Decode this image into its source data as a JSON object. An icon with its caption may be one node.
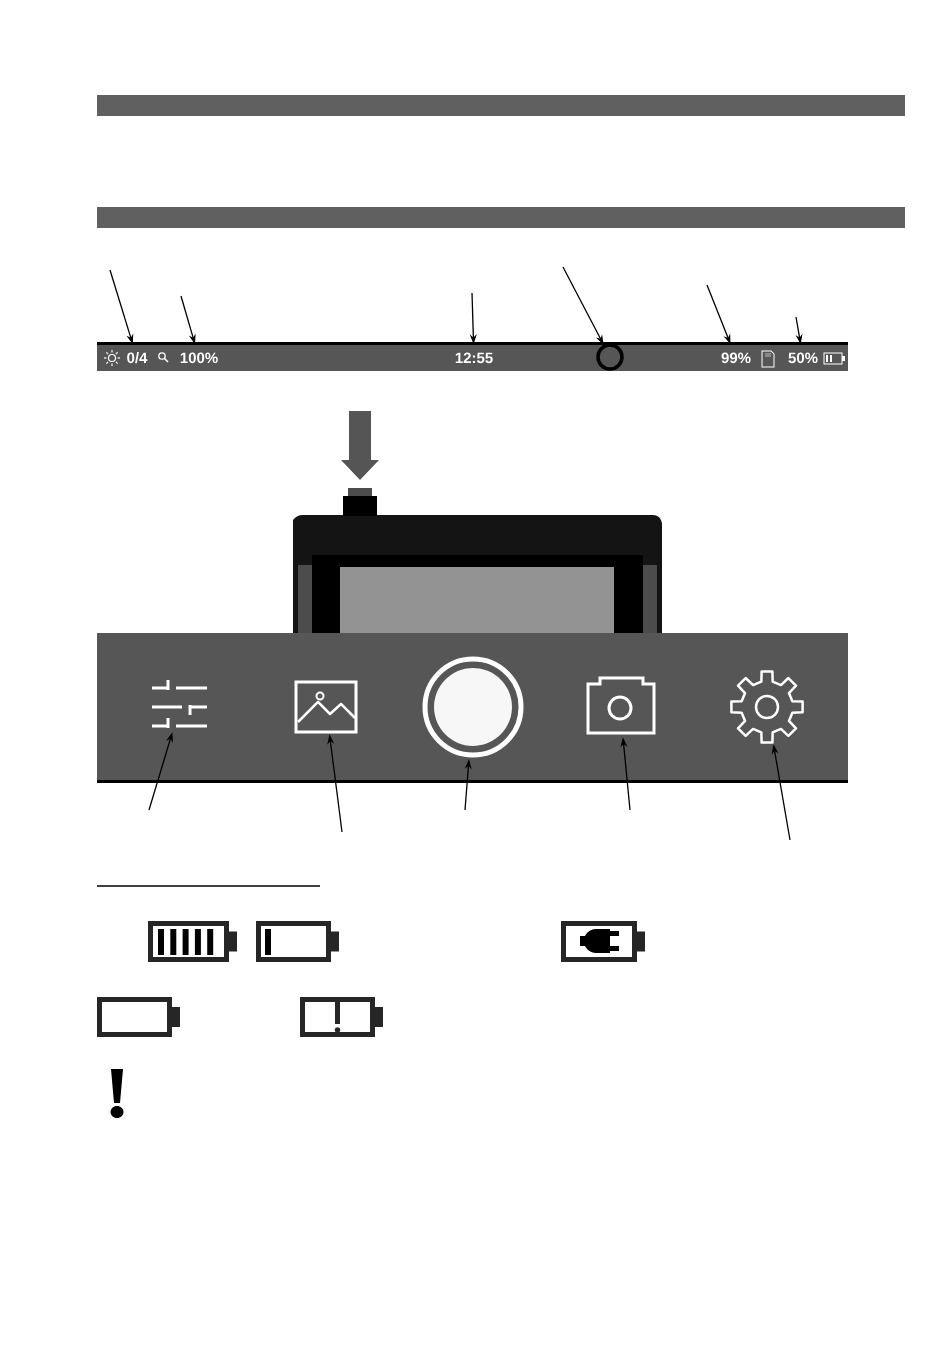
{
  "diagram": {
    "nodes": [
      {
        "text": [
          "0/4"
        ]
      },
      {
        "text": [
          "100%"
        ]
      },
      {
        "text": [
          "12:55"
        ]
      },
      {
        "text": [],
        "shape": "circle"
      },
      {
        "text": [
          "99%"
        ]
      },
      {
        "text": [
          "50%"
        ]
      },
      {
        "text": [],
        "shape": "picture"
      },
      {
        "text": [],
        "shape": "picture"
      },
      {
        "text": [],
        "shape": "circle"
      },
      {
        "text": [],
        "shape": "picture"
      },
      {
        "text": [],
        "shape": "picture"
      }
    ],
    "edges": [
      {
        "from": null,
        "to": 0,
        "arrow": "to"
      },
      {
        "from": null,
        "to": 1,
        "arrow": "to"
      },
      {
        "from": null,
        "to": 2,
        "arrow": "to"
      },
      {
        "from": null,
        "to": 3,
        "arrow": "to"
      },
      {
        "from": null,
        "to": 4,
        "arrow": "to"
      },
      {
        "from": null,
        "to": 5,
        "arrow": "to"
      },
      {
        "from": null,
        "to": 6,
        "arrow": "to"
      },
      {
        "from": null,
        "to": 7,
        "arrow": "to"
      },
      {
        "from": null,
        "to": 8,
        "arrow": "to"
      },
      {
        "from": null,
        "to": 9,
        "arrow": "to"
      },
      {
        "from": null,
        "to": 10,
        "arrow": "to"
      }
    ]
  }
}
